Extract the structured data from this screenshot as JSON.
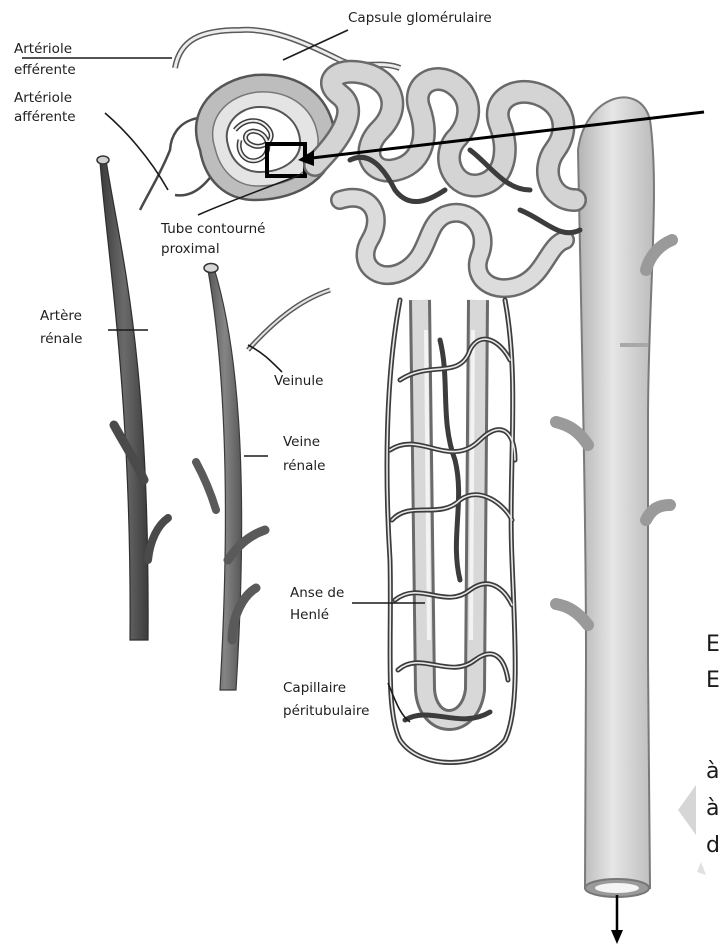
{
  "labels": {
    "capsule": "Capsule glomérulaire",
    "efferent_1": "Artériole",
    "efferent_2": "efférente",
    "afferent_1": "Artériole",
    "afferent_2": "afférente",
    "proximal_1": "Tube contourné",
    "proximal_2": "proximal",
    "artery_1": "Artère",
    "artery_2": "rénale",
    "venule": "Veinule",
    "vein_1": "Veine",
    "vein_2": "rénale",
    "henle_1": "Anse de",
    "henle_2": "Henlé",
    "capillary_1": "Capillaire",
    "capillary_2": "péritubulaire"
  },
  "cut_text": {
    "line1": "E",
    "line2": "E",
    "line3": "à",
    "line4": "à",
    "line5": "d"
  },
  "colors": {
    "tubule_fill": "#d2d2d2",
    "capillary_stroke": "#3c3c3c",
    "artery_fill": "#555555",
    "vein_fill": "#6c6c6c",
    "duct_fill": "#cfcfcf"
  }
}
